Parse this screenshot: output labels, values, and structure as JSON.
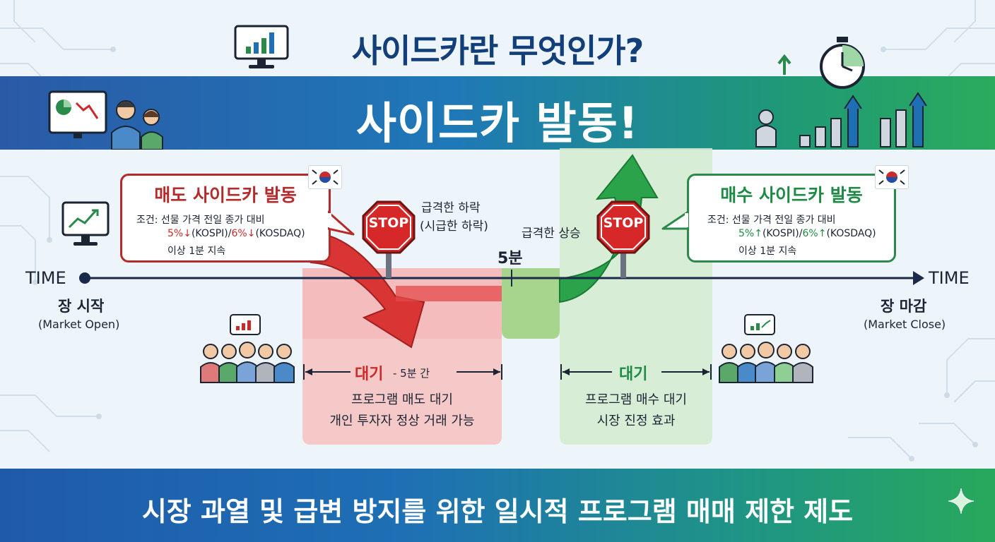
{
  "title": "사이드카란 무엇인가?",
  "banner": "사이드카 발동!",
  "footer": "시장 과열 및 급변 방지를 위한 일시적 프로그램 매매 제한 제도",
  "timeline": {
    "left_label": "TIME",
    "right_label": "TIME",
    "start_title": "장 시작",
    "start_sub": "(Market Open)",
    "end_title": "장 마감",
    "end_sub": "(Market Close)",
    "five_min": "5분"
  },
  "sell": {
    "title": "매도 사이드카 발동",
    "cond_line1": "조건: 선물 가격 전일 종가 대비",
    "pct1": "5%↓",
    "mkt1": "(KOSPI)/",
    "pct2": "6%↓",
    "mkt2": "(KOSDAQ)",
    "cond_line3": "이상 1분 지속",
    "stop": "STOP",
    "note1": "급격한 하락",
    "note2": "(시급한 하락)",
    "wait_title": "대기",
    "wait_dur": "- 5분 간",
    "wait_desc1": "프로그램 매도 대기",
    "wait_desc2": "개인 투자자 정상 거래 가능",
    "color": "#c92a2a"
  },
  "buy": {
    "title": "매수 사이드카 발동",
    "cond_line1": "조건: 선물 가격 전일 종가 대비",
    "pct1": "5%↑",
    "mkt1": "(KOSPI)/",
    "pct2": "6%↑",
    "mkt2": "(KOSDAQ)",
    "cond_line3": "이상 1분 지속",
    "stop": "STOP",
    "note1": "급격한 상승",
    "wait_title": "대기",
    "wait_desc1": "프로그램 매수 대기",
    "wait_desc2": "시장 진정 효과",
    "color": "#1f8a45"
  },
  "icons": [
    "monitor-chart-icon",
    "stopwatch-icon",
    "presenter-icon",
    "people-group-icon",
    "korea-flag-icon",
    "stop-sign-icon",
    "sparkle-icon"
  ]
}
